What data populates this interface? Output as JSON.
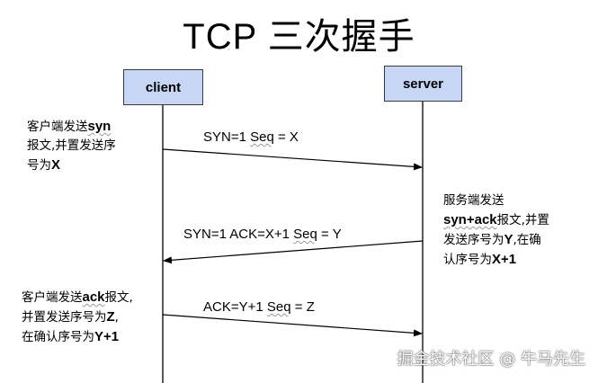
{
  "title": "TCP 三次握手",
  "parties": {
    "client": "client",
    "server": "server"
  },
  "notes": {
    "client_step1": {
      "line1_a": "客户端发送",
      "line1_b": "syn",
      "line2": "报文,并置发送序",
      "line3_a": "号为",
      "line3_b": "X"
    },
    "server_step2": {
      "line1": "服务端发送",
      "line2_a": "syn+ack",
      "line2_b": "报文,并置",
      "line3_a": "发送序号为",
      "line3_b": "Y",
      "line3_c": ",在确",
      "line4_a": "认序号为",
      "line4_b": "X+1"
    },
    "client_step3": {
      "line1_a": "客户端发送",
      "line1_b": "ack",
      "line1_c": "报文,",
      "line2_a": "并置发送序号为",
      "line2_b": "Z",
      "line2_c": ",",
      "line3_a": "在确认序号为",
      "line3_b": "Y+1"
    }
  },
  "messages": {
    "msg1_a": "SYN=1  ",
    "msg1_b": "Seq",
    "msg1_c": " = X",
    "msg2_a": "SYN=1  ACK=X+1 ",
    "msg2_b": "Seq",
    "msg2_c": " = Y",
    "msg3_a": "ACK=Y+1 ",
    "msg3_b": "Seq",
    "msg3_c": " = Z"
  },
  "watermark": "掘金技术社区 @ 牛马先生",
  "colors": {
    "box_fill": "#c6d6f4",
    "line": "#000000"
  }
}
